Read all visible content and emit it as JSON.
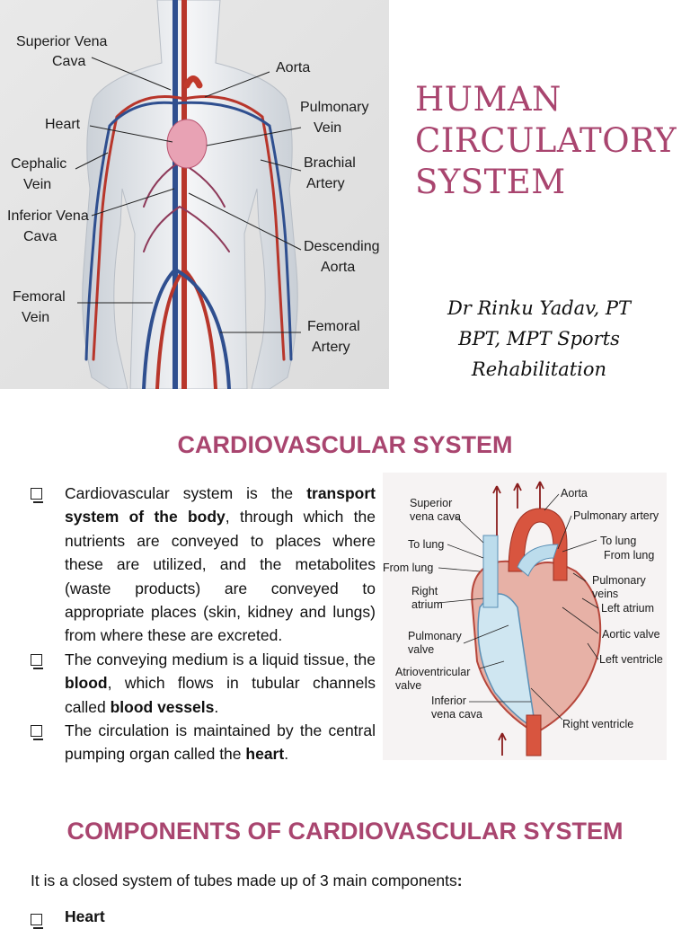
{
  "header": {
    "title_lines": [
      "HUMAN",
      "CIRCULATORY",
      "SYSTEM"
    ],
    "author_name": "Dr Rinku Yadav, PT",
    "author_credentials": "BPT, MPT Sports Rehabilitation"
  },
  "body_figure": {
    "labels": {
      "superior_vena_cava_1": "Superior Vena",
      "superior_vena_cava_2": "Cava",
      "aorta": "Aorta",
      "heart": "Heart",
      "pulmonary_vein_1": "Pulmonary",
      "pulmonary_vein_2": "Vein",
      "cephalic_vein_1": "Cephalic",
      "cephalic_vein_2": "Vein",
      "brachial_artery_1": "Brachial",
      "brachial_artery_2": "Artery",
      "inferior_vena_cava_1": "Inferior Vena",
      "inferior_vena_cava_2": "Cava",
      "descending_aorta_1": "Descending",
      "descending_aorta_2": "Aorta",
      "femoral_vein_1": "Femoral",
      "femoral_vein_2": "Vein",
      "femoral_artery_1": "Femoral",
      "femoral_artery_2": "Artery"
    }
  },
  "cardio_section": {
    "heading": "CARDIOVASCULAR SYSTEM",
    "bullets": [
      [
        {
          "t": "Cardiovascular system is the ",
          "b": false
        },
        {
          "t": "transport system of the body",
          "b": true
        },
        {
          "t": ", through which the nutrients are conveyed to places where these are utilized, and the metabolites (waste products) are conveyed to appropriate places (skin, kidney and lungs) from where these are excreted.",
          "b": false
        }
      ],
      [
        {
          "t": "The conveying medium is a liquid tissue, the ",
          "b": false
        },
        {
          "t": "blood",
          "b": true
        },
        {
          "t": ", which flows in tubular channels called ",
          "b": false
        },
        {
          "t": "blood vessels",
          "b": true
        },
        {
          "t": ".",
          "b": false
        }
      ],
      [
        {
          "t": "The circulation is maintained by the central pumping organ called the ",
          "b": false
        },
        {
          "t": "heart",
          "b": true
        },
        {
          "t": ".",
          "b": false
        }
      ]
    ]
  },
  "heart_figure": {
    "labels": {
      "superior_vena_cava_1": "Superior",
      "superior_vena_cava_2": "vena cava",
      "aorta": "Aorta",
      "pulmonary_artery": "Pulmonary artery",
      "to_lung_left": "To lung",
      "to_lung_right": "To lung",
      "from_lung_right": "From lung",
      "from_lung_left": "From lung",
      "pulmonary_veins_1": "Pulmonary",
      "pulmonary_veins_2": "veins",
      "right_atrium_1": "Right",
      "right_atrium_2": "atrium",
      "left_atrium": "Left atrium",
      "aortic_valve": "Aortic valve",
      "pulmonary_valve_1": "Pulmonary",
      "pulmonary_valve_2": "valve",
      "left_ventricle": "Left ventricle",
      "av_valve_1": "Atrioventricular",
      "av_valve_2": "valve",
      "inferior_vena_cava_1": "Inferior",
      "inferior_vena_cava_2": "vena cava",
      "right_ventricle": "Right ventricle"
    }
  },
  "components_section": {
    "heading": "COMPONENTS OF CARDIOVASCULAR SYSTEM",
    "intro_text": "It is a closed system of tubes made up of 3 main components",
    "intro_colon": ":",
    "first_item": "Heart"
  },
  "colors": {
    "accent": "#a9456f",
    "artery": "#c0392b",
    "vein": "#2f4f8f"
  }
}
